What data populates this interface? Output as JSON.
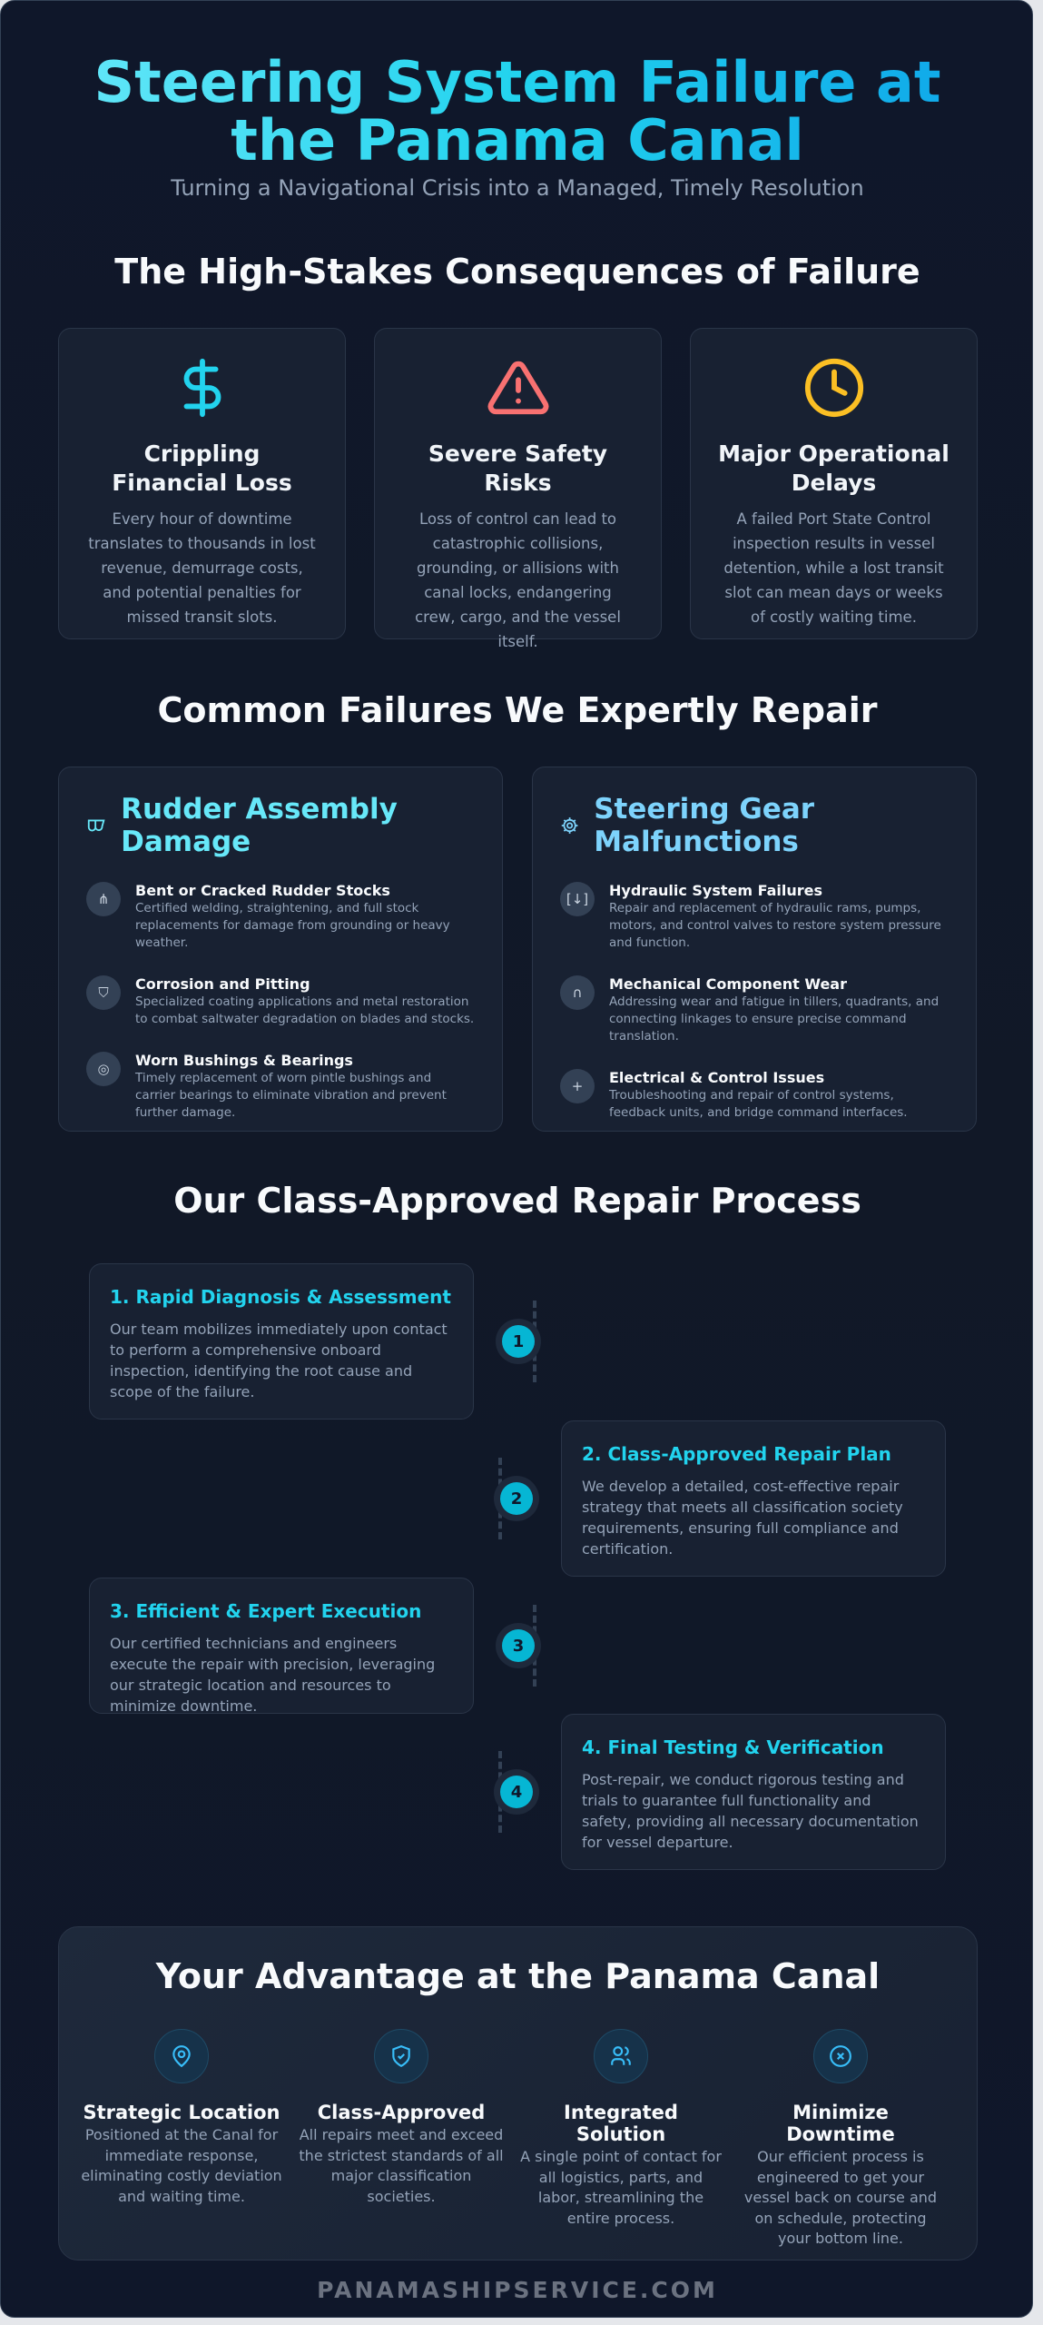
{
  "header": {
    "title": "Steering System Failure at the Panama Canal",
    "subtitle": "Turning a Navigational Crisis into a Managed, Timely Resolution"
  },
  "consequences": {
    "heading": "The High-Stakes Consequences of Failure",
    "cards": [
      {
        "icon": "dollar-icon",
        "color": "#22d3ee",
        "title": "Crippling Financial Loss",
        "text": "Every hour of downtime translates to thousands in lost revenue, demurrage costs, and potential penalties for missed transit slots."
      },
      {
        "icon": "warning-triangle-icon",
        "color": "#f87171",
        "title": "Severe Safety Risks",
        "text": "Loss of control can lead to catastrophic collisions, grounding, or allisions with canal locks, endangering crew, cargo, and the vessel itself."
      },
      {
        "icon": "clock-icon",
        "color": "#fbbf24",
        "title": "Major Operational Delays",
        "text": "A failed Port State Control inspection results in vessel detention, while a lost transit slot can mean days or weeks of costly waiting time."
      }
    ]
  },
  "failures": {
    "heading": "Common Failures We Expertly Repair",
    "groups": [
      {
        "icon": "rudder-icon",
        "color": "#67e8f9",
        "title": "Rudder Assembly Damage",
        "items": [
          {
            "icon": "weld-icon",
            "title": "Bent or Cracked Rudder Stocks",
            "text": "Certified welding, straightening, and full stock replacements for damage from grounding or heavy weather."
          },
          {
            "icon": "shield-x-icon",
            "title": "Corrosion and Pitting",
            "text": "Specialized coating applications and metal restoration to combat saltwater degradation on blades and stocks."
          },
          {
            "icon": "bearing-icon",
            "title": "Worn Bushings & Bearings",
            "text": "Timely replacement of worn pintle bushings and carrier bearings to eliminate vibration and prevent further damage."
          }
        ]
      },
      {
        "icon": "gear-icon",
        "color": "#7dd3fc",
        "title": "Steering Gear Malfunctions",
        "items": [
          {
            "icon": "hydraulic-icon",
            "title": "Hydraulic System Failures",
            "text": "Repair and replacement of hydraulic rams, pumps, motors, and control valves to restore system pressure and function."
          },
          {
            "icon": "linkage-icon",
            "title": "Mechanical Component Wear",
            "text": "Addressing wear and fatigue in tillers, quadrants, and connecting linkages to ensure precise command translation."
          },
          {
            "icon": "plus-icon",
            "title": "Electrical & Control Issues",
            "text": "Troubleshooting and repair of control systems, feedback units, and bridge command interfaces."
          }
        ]
      }
    ]
  },
  "process": {
    "heading": "Our Class-Approved Repair Process",
    "steps": [
      {
        "number": "1",
        "title": "1. Rapid Diagnosis & Assessment",
        "text": "Our team mobilizes immediately upon contact to perform a comprehensive onboard inspection, identifying the root cause and scope of the failure."
      },
      {
        "number": "2",
        "title": "2. Class-Approved Repair Plan",
        "text": "We develop a detailed, cost-effective repair strategy that meets all classification society requirements, ensuring full compliance and certification."
      },
      {
        "number": "3",
        "title": "3. Efficient & Expert Execution",
        "text": "Our certified technicians and engineers execute the repair with precision, leveraging our strategic location and resources to minimize downtime."
      },
      {
        "number": "4",
        "title": "4. Final Testing & Verification",
        "text": "Post-repair, we conduct rigorous testing and trials to guarantee full functionality and safety, providing all necessary documentation for vessel departure."
      }
    ]
  },
  "advantage": {
    "heading": "Your Advantage at the Panama Canal",
    "items": [
      {
        "icon": "map-pin-icon",
        "title": "Strategic Location",
        "text": "Positioned at the Canal for immediate response, eliminating costly deviation and waiting time."
      },
      {
        "icon": "shield-check-icon",
        "title": "Class-Approved",
        "text": "All repairs meet and exceed the strictest standards of all major classification societies."
      },
      {
        "icon": "users-icon",
        "title": "Integrated Solution",
        "text": "A single point of contact for all logistics, parts, and labor, streamlining the entire process."
      },
      {
        "icon": "circle-x-icon",
        "title": "Minimize Downtime",
        "text": "Our efficient process is engineered to get your vessel back on course and on schedule, protecting your bottom line."
      }
    ]
  },
  "footer": {
    "brand": "PANAMASHIPSERVICE.COM"
  },
  "colors": {
    "accent": "#22d3ee",
    "step_dot": "#06b6d4",
    "background": "#111827"
  }
}
